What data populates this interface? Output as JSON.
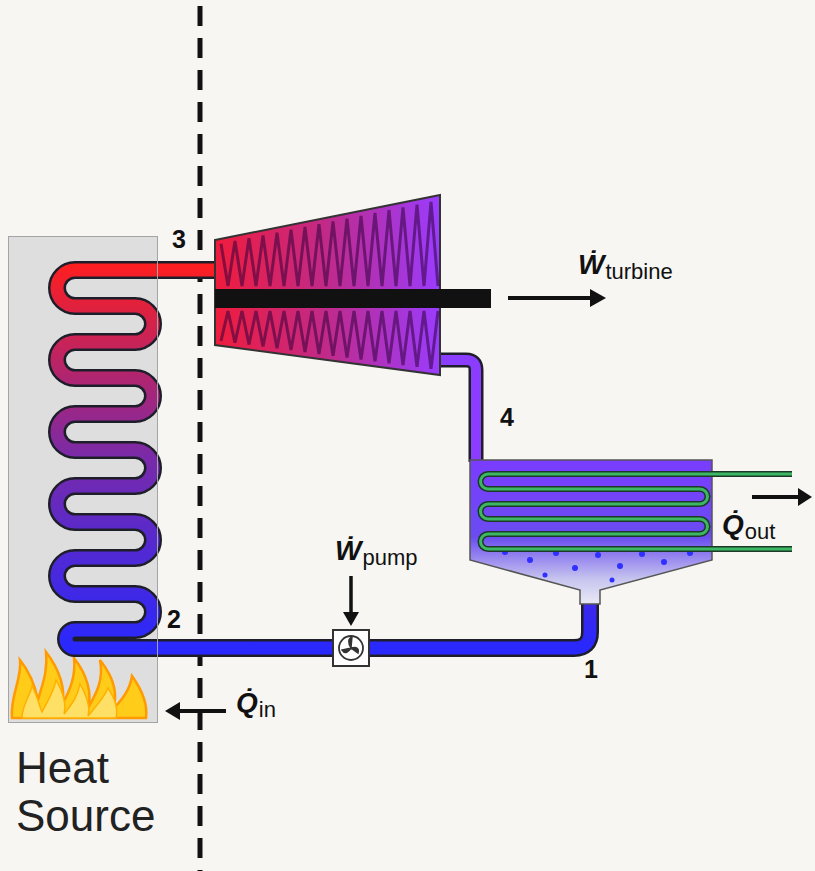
{
  "diagram": {
    "nodes": [
      {
        "text": [
          "Heat Source"
        ]
      }
    ],
    "labels": [
      "3",
      "Ẇ",
      "turbine",
      "4",
      "Q̇",
      "out",
      "Ẇ",
      "pump",
      "2",
      "1",
      "Q̇",
      "in"
    ]
  }
}
